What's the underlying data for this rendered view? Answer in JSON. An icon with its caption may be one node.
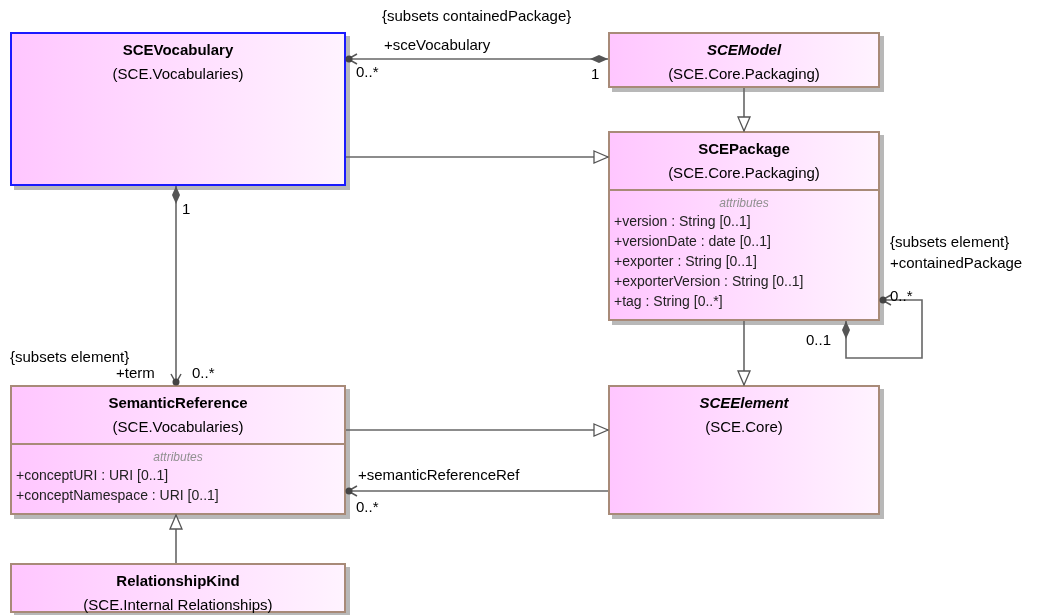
{
  "diagram": {
    "nodes": [
      {
        "text": [
          "SCEVocabulary",
          "(SCE.Vocabularies)"
        ]
      },
      {
        "text": [
          "SCEModel",
          "(SCE.Core.Packaging)"
        ]
      },
      {
        "text": [
          "SCEPackage",
          "(SCE.Core.Packaging)",
          "attributes",
          "+version : String [0..1]",
          "+versionDate : date [0..1]",
          "+exporter : String [0..1]",
          "+exporterVersion : String [0..1]",
          "+tag : String [0..*]"
        ]
      },
      {
        "text": [
          "SemanticReference",
          "(SCE.Vocabularies)",
          "attributes",
          "+conceptURI : URI [0..1]",
          "+conceptNamespace : URI [0..1]"
        ]
      },
      {
        "text": [
          "SCEElement",
          "(SCE.Core)"
        ]
      },
      {
        "text": [
          "RelationshipKind",
          "(SCE.Internal Relationships)"
        ]
      }
    ],
    "edges": [
      {
        "from": 1,
        "to": 0,
        "arrow": "to"
      },
      {
        "from": 1,
        "to": 2,
        "arrow": "to"
      },
      {
        "from": 0,
        "to": 2,
        "arrow": "to"
      },
      {
        "from": 0,
        "to": 3,
        "arrow": "to"
      },
      {
        "from": 2,
        "to": 4,
        "arrow": "to"
      },
      {
        "from": 2,
        "to": 2,
        "arrow": "to"
      },
      {
        "from": 3,
        "to": 4,
        "arrow": "to"
      },
      {
        "from": 4,
        "to": 3,
        "arrow": "to",
        "label": "+semanticReferenceRef"
      },
      {
        "from": 5,
        "to": 3,
        "arrow": "to"
      }
    ],
    "labels": [
      "{subsets containedPackage}",
      "+sceVocabulary",
      "0..*",
      "1",
      "1",
      "{subsets element}",
      "+containedPackage",
      "0..*",
      "0..1",
      "{subsets element}",
      "+term",
      "0..*",
      "0..*"
    ]
  }
}
